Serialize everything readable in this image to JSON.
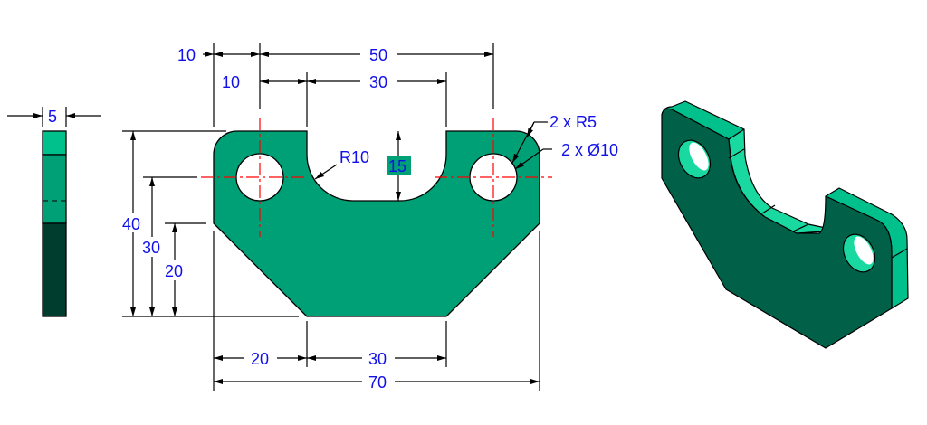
{
  "colors": {
    "face": "#00a077",
    "face_top": "#00c08c",
    "face_dark": "#003d2e",
    "iso_front": "#006048",
    "iso_light": "#1ad9a0",
    "dimension_text": "#1010e8",
    "center_line": "#ff0000"
  },
  "side_view": {
    "thickness": "5"
  },
  "front_view": {
    "top_dims": {
      "left_offset": "10",
      "hole_spacing": "50",
      "hole_to_slot": "10",
      "slot_width": "30"
    },
    "left_dims": {
      "height": "40",
      "hole_height": "30",
      "chamfer_height": "20"
    },
    "slot_depth": "15",
    "slot_radius": "R10",
    "corner_radius": "2 x R5",
    "hole_diameter": "2 x Ø10",
    "bottom_dims": {
      "chamfer_width": "20",
      "bottom_width": "30",
      "overall_width": "70"
    }
  },
  "iso_view": {
    "label": ""
  }
}
